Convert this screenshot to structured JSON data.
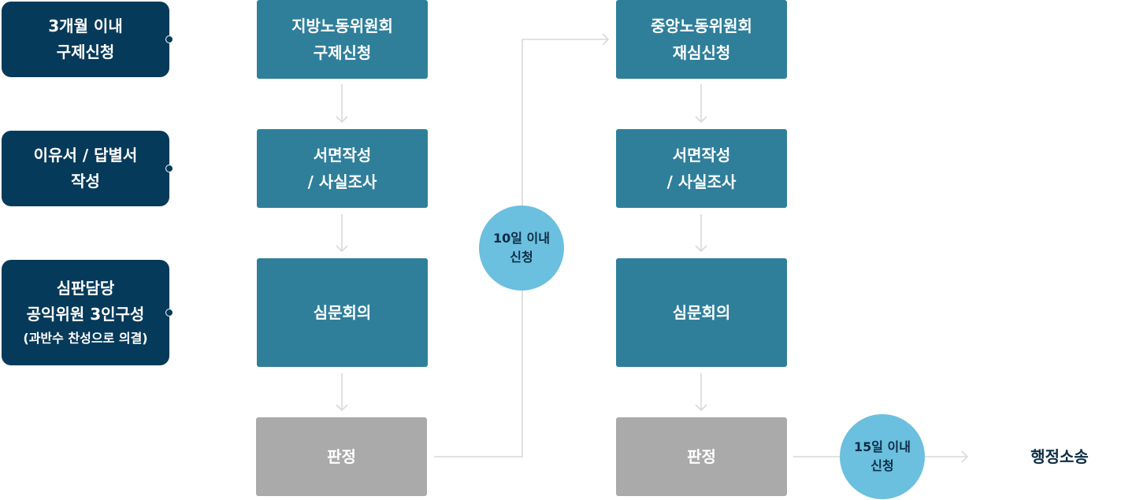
{
  "notes": [
    {
      "lines": [
        "3개월 이내",
        "구제신청"
      ]
    },
    {
      "lines": [
        "이유서 / 답별서",
        "작성"
      ]
    },
    {
      "lines": [
        "심판담당",
        "공익위원 3인구성"
      ],
      "sub": "(과반수 찬성으로 의결)"
    }
  ],
  "local": {
    "apply": [
      "지방노동위원회",
      "구제신청"
    ],
    "written": [
      "서면작성",
      "/ 사실조사"
    ],
    "hearing": "심문회의",
    "decision": "판정"
  },
  "central": {
    "apply": [
      "중앙노동위원회",
      "재심신청"
    ],
    "written": [
      "서면작성",
      "/ 사실조사"
    ],
    "hearing": "심문회의",
    "decision": "판정"
  },
  "deadlines": {
    "appeal": [
      "10일 이내",
      "신청"
    ],
    "lawsuit": [
      "15일 이내",
      "신청"
    ]
  },
  "final_step": "행정소송",
  "colors": {
    "note_bg": "#063a5a",
    "step_bg": "#2f7f9b",
    "decision_bg": "#aaaaaa",
    "deadline_bg": "#6bbfdf",
    "arrow": "#d9d9d9"
  }
}
